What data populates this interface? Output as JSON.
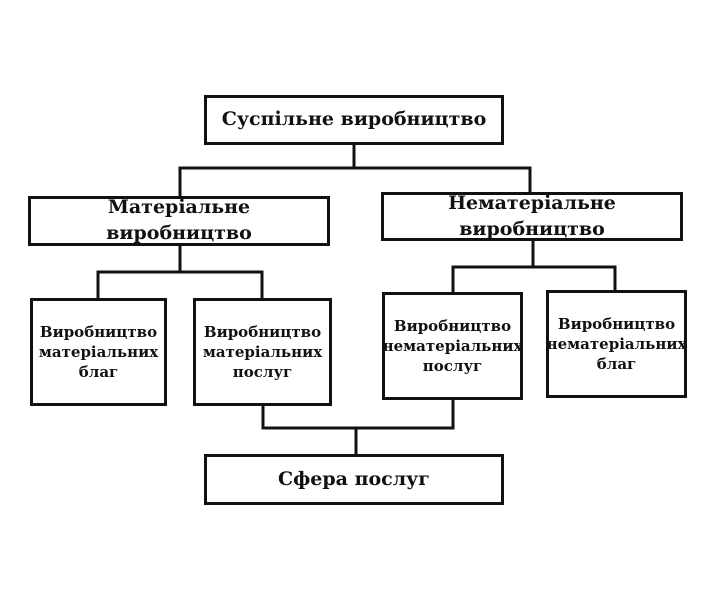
{
  "diagram": {
    "root": {
      "label": "Суспільне виробництво"
    },
    "material": {
      "label": "Матеріальне виробництво"
    },
    "nonmaterial": {
      "label": "Нематеріальне виробництво"
    },
    "material_goods": {
      "label": "Виробництво матеріальних благ"
    },
    "material_services": {
      "label": "Виробництво матеріальних послуг"
    },
    "nonmaterial_services": {
      "label": "Виробництво нематеріальних послуг"
    },
    "nonmaterial_goods": {
      "label": "Виробництво нематеріальних благ"
    },
    "services_sphere": {
      "label": "Сфера послуг"
    }
  }
}
